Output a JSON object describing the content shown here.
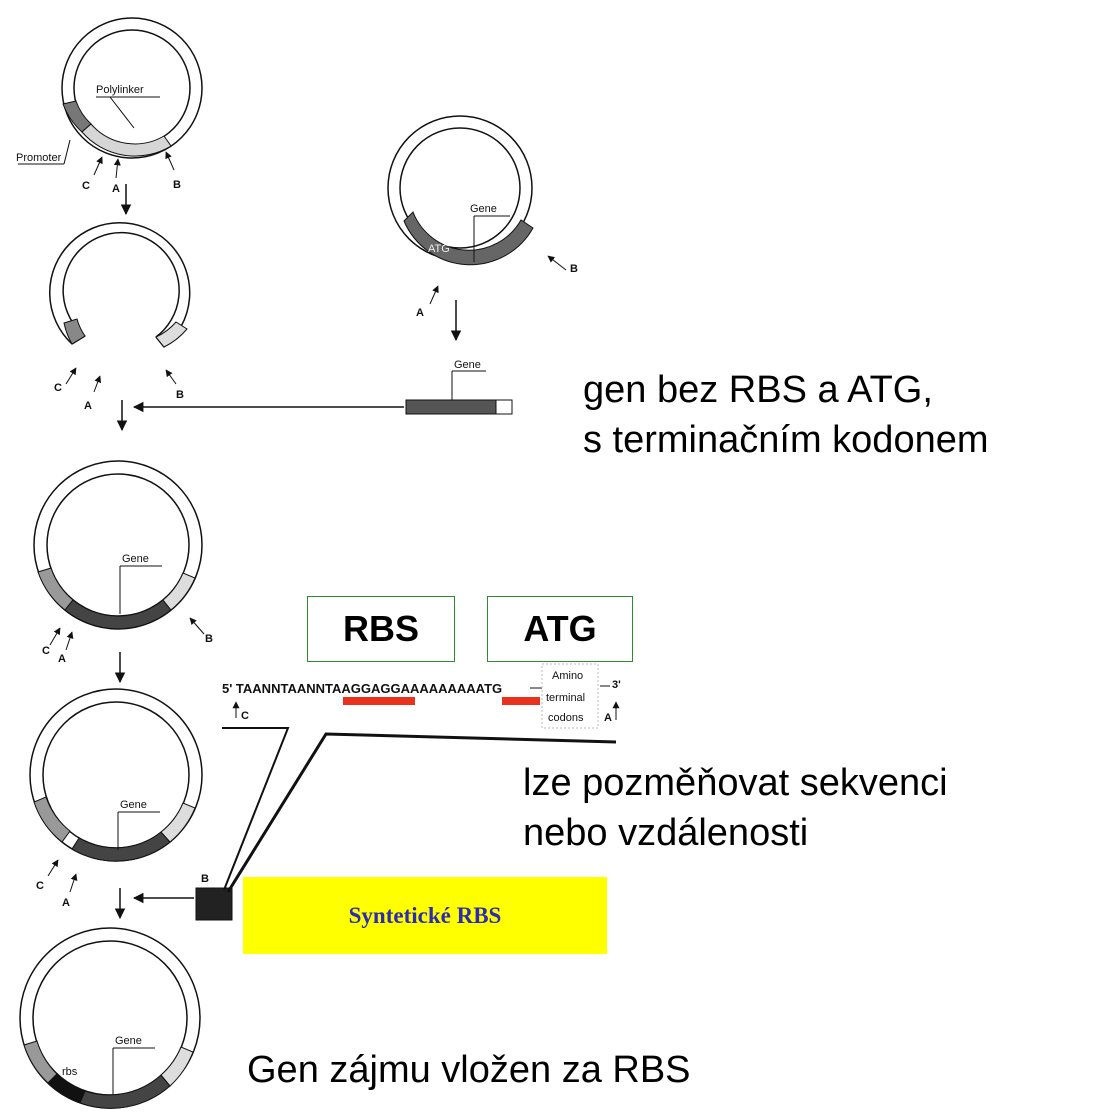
{
  "labels": {
    "polylinker": "Polylinker",
    "promoter": "Promoter",
    "gene": "Gene",
    "atg_small": "ATG",
    "rbs_small": "rbs",
    "site_a": "A",
    "site_b": "B",
    "site_c": "C"
  },
  "sequence": {
    "five_prime": "5' TAANNTAANNTAAGGAGGAAAAAAAAATG",
    "three_prime": "3'",
    "amino_line1": "Amino",
    "amino_line2": "terminal",
    "amino_line3": "codons",
    "site_c": "C",
    "site_a": "A"
  },
  "boxes": {
    "rbs": "RBS",
    "atg": "ATG",
    "synthetic": "Syntetické RBS"
  },
  "notes": {
    "gene_line1": "gen bez RBS a ATG,",
    "gene_line2": "s terminačním kodonem",
    "modify_line1": "lze pozměňovat sekvenci",
    "modify_line2": "nebo vzdálenosti",
    "final": "Gen zájmu vložen za RBS"
  },
  "colors": {
    "highlight_red": "#e8321e",
    "box_border": "#2e8b2e",
    "synthetic_bg": "#ffff00",
    "synthetic_text": "#2b2bb5"
  }
}
